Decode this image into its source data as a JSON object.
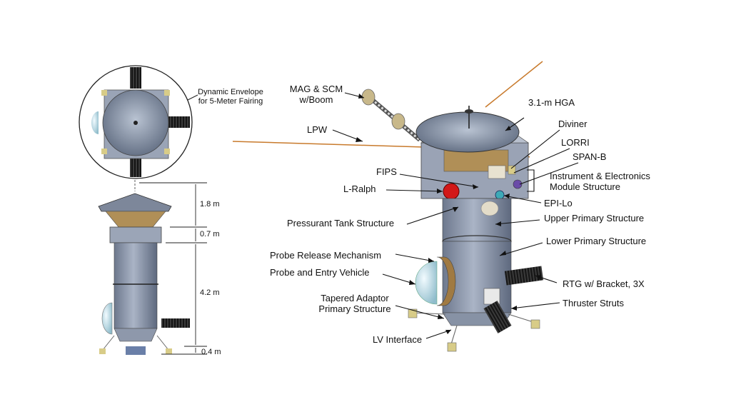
{
  "top_view": {
    "envelope_label_line1": "Dynamic Envelope",
    "envelope_label_line2": "for 5-Meter Fairing"
  },
  "side_view": {
    "dimensions": [
      "1.8 m",
      "0.7 m",
      "4.2 m",
      "0.4 m"
    ]
  },
  "callouts": {
    "mag_scm_line1": "MAG & SCM",
    "mag_scm_line2": "w/Boom",
    "lpw": "LPW",
    "hga": "3.1-m HGA",
    "diviner": "Diviner",
    "lorri": "LORRI",
    "span_b": "SPAN-B",
    "iem_line1": "Instrument & Electronics",
    "iem_line2": "Module Structure",
    "fips": "FIPS",
    "l_ralph": "L-Ralph",
    "epi_lo": "EPI-Lo",
    "pressurant_tank": "Pressurant Tank Structure",
    "upper_primary": "Upper Primary Structure",
    "lower_primary": "Lower Primary Structure",
    "probe_release": "Probe Release Mechanism",
    "probe_entry": "Probe and Entry Vehicle",
    "rtg": "RTG w/ Bracket, 3X",
    "tapered_line1": "Tapered Adaptor",
    "tapered_line2": "Primary Structure",
    "thruster_struts": "Thruster Struts",
    "lv_interface": "LV Interface"
  },
  "colors": {
    "body": "#8e9ab0",
    "probe": "#cfe6ee",
    "fips_red": "#d21818",
    "boom_tan": "#c8b88a",
    "lpw_orange": "#c87a2c"
  }
}
